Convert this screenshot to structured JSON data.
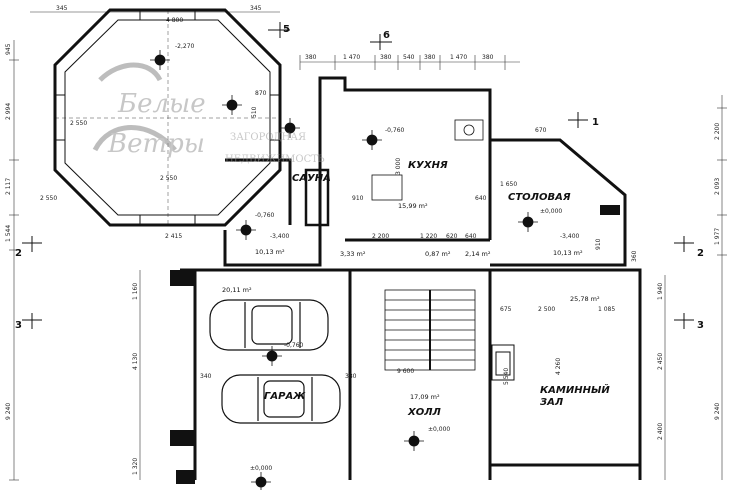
{
  "rooms": {
    "kitchen": "КУХНЯ",
    "dining": "СТОЛОВАЯ",
    "sauna": "САУНА",
    "garage": "ГАРАЖ",
    "hall": "ХОЛЛ",
    "fireplace_line1": "КАМИННЫЙ",
    "fireplace_line2": "ЗАЛ"
  },
  "areas": {
    "kitchen": "15,99 m²",
    "dining": "10,13 m²",
    "small_room": "10,13 m²",
    "garage": "20,11 m²",
    "hall": "17,09 m²",
    "fireplace": "25,78 m²",
    "corridor_a": "3,33 m²",
    "corridor_b": "0,87 m²",
    "bath": "2,14 m²"
  },
  "levels": {
    "octagon": "-2,270",
    "kitchen": "-0,760",
    "dining": "±0,000",
    "sauna_area": "-0,760",
    "small_room": "-3,400",
    "dining_lower": "-3,400",
    "garage": "-0,760",
    "hall": "±0,000",
    "garage_bottom": "±0,000"
  },
  "axes": {
    "a1": "1",
    "a2": "2",
    "a3": "3",
    "b5": "5",
    "b6": "6",
    "left2": "2",
    "left3": "3"
  },
  "dimensions": {
    "top_1": "345",
    "top_2": "4 800",
    "top_3": "345",
    "top_4": "380",
    "top_5": "1 470",
    "top_6": "380",
    "top_7": "540",
    "top_8": "380",
    "top_9": "1 470",
    "top_10": "380",
    "left_1": "945",
    "left_2": "2 994",
    "left_3": "2 117",
    "left_4": "1 544",
    "left_5": "9 240",
    "left_6": "4 130",
    "left_7": "1 160",
    "left_8": "1 320",
    "right_1": "2 200",
    "right_2": "2 093",
    "right_3": "1 977",
    "right_4": "1 940",
    "right_5": "2 450",
    "right_6": "2 400",
    "right_7": "9 240",
    "oct_1": "2 550",
    "oct_2": "2 550",
    "oct_3": "510",
    "oct_4": "870",
    "oct_5": "2 550",
    "mid_1": "2 200",
    "mid_2": "1 220",
    "mid_3": "620",
    "mid_4": "640",
    "mid_5": "1 650",
    "mid_6": "2 415",
    "hall_w": "9 600",
    "fire_w": "2 500",
    "fire_w2": "1 085",
    "fire_h": "4 260",
    "fire_675": "675",
    "hall_540": "5 540",
    "garage_340": "340",
    "garage_380": "380",
    "kitchen_3000": "3 000",
    "kitchen_910": "910",
    "kitchen_640": "640",
    "dining_670": "670",
    "dining_910": "910",
    "dining_360": "360"
  },
  "watermark": {
    "logo_line1": "Белые",
    "logo_line2": "Ветры",
    "tagline1": "ЗАГОРОДНАЯ",
    "tagline2": "НЕДВИЖИМОСТЬ"
  }
}
